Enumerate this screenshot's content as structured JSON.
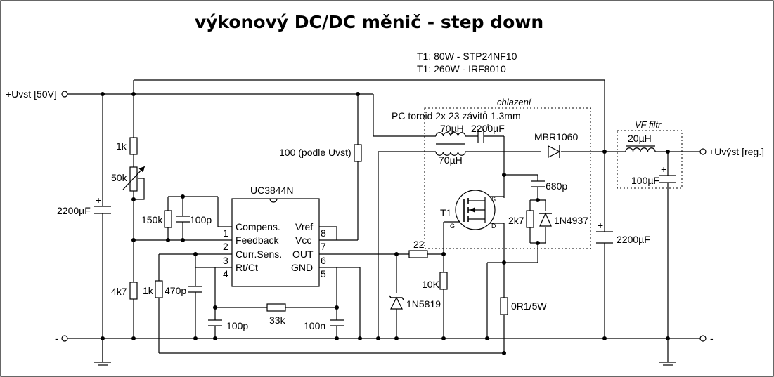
{
  "title": "výkonový DC/DC měnič - step down",
  "notes": {
    "t1_option_1": "T1:   80W - STP24NF10",
    "t1_option_2": "T1: 260W - IRF8010",
    "cooling": "chlazení",
    "vf_filter": "VF filtr",
    "toroid": "PC toroid 2x 23 závitů 1.3mm"
  },
  "terminals": {
    "input_plus": "+Uvst [50V]",
    "output_plus": "+Uvýst [reg.]",
    "input_minus": "-",
    "output_minus": "-"
  },
  "ic": {
    "name": "UC3844N",
    "pins": [
      {
        "num": "1",
        "name": "Compens."
      },
      {
        "num": "2",
        "name": "Feedback"
      },
      {
        "num": "3",
        "name": "Curr.Sens."
      },
      {
        "num": "4",
        "name": "Rt/Ct"
      },
      {
        "num": "8",
        "name": "Vref"
      },
      {
        "num": "7",
        "name": "Vcc"
      },
      {
        "num": "6",
        "name": "OUT"
      },
      {
        "num": "5",
        "name": "GND"
      }
    ]
  },
  "components": {
    "r_1k_top": "1k",
    "pot_50k": "50k",
    "r_4k7": "4k7",
    "c_in": "2200µF",
    "r_150k": "150k",
    "c_100p_comp": "100p",
    "r_1k_cs": "1k",
    "c_470p": "470p",
    "c_100p_bottom": "100p",
    "r_33k": "33k",
    "c_100n": "100n",
    "r_100": "100 (podle Uvst)",
    "r_22": "22",
    "d_1n5819": "1N5819",
    "r_10k": "10K",
    "l_70u_a": "70µH",
    "l_70u_b": "70µH",
    "c_2200_coupling": "2200µF",
    "d_mbr1060": "MBR1060",
    "t1": "T1",
    "pin_s": "S",
    "pin_g": "G",
    "pin_d": "D",
    "c_680p": "680p",
    "r_2k7": "2k7",
    "d_1n4937": "1N4937",
    "r_shunt": "0R1/5W",
    "c_out_2200": "2200µF",
    "l_20u": "20µH",
    "c_100u": "100µF"
  }
}
